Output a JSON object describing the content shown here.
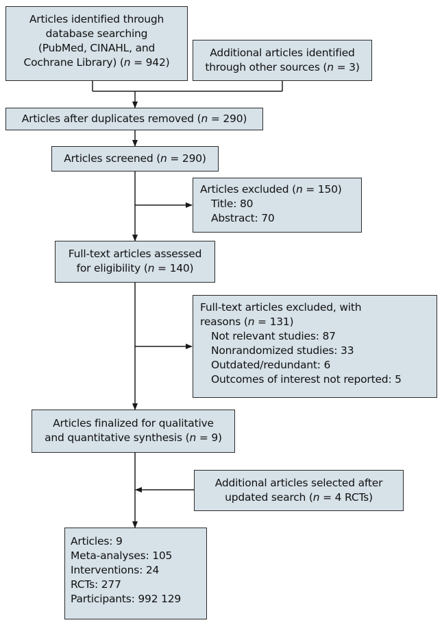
{
  "boxes": {
    "identified_db": {
      "lines": [
        "Articles identified through",
        "database searching",
        "(PubMed, CINAHL, and"
      ],
      "last_prefix": "Cochrane Library) (",
      "n_label": "n",
      "last_suffix": " = 942)"
    },
    "identified_other": {
      "line1": "Additional articles identified",
      "prefix": "through other sources (",
      "n_label": "n",
      "suffix": " = 3)"
    },
    "duplicates_removed": {
      "prefix": "Articles after duplicates removed (",
      "n_label": "n",
      "suffix": " = 290)"
    },
    "screened": {
      "prefix": "Articles screened (",
      "n_label": "n",
      "suffix": " = 290)"
    },
    "excluded": {
      "prefix": "Articles excluded (",
      "n_label": "n",
      "suffix": " = 150)",
      "items": [
        "Title: 80",
        "Abstract: 70"
      ]
    },
    "fulltext_assessed": {
      "line1": "Full-text articles assessed",
      "prefix": "for eligibility (",
      "n_label": "n",
      "suffix": " = 140)"
    },
    "fulltext_excluded": {
      "line1": "Full-text articles excluded, with",
      "prefix": "reasons (",
      "n_label": "n",
      "suffix": " = 131)",
      "items": [
        "Not relevant studies: 87",
        "Nonrandomized studies: 33",
        "Outdated/redundant: 6",
        "Outcomes of interest not reported: 5"
      ]
    },
    "finalized": {
      "line1": "Articles finalized for qualitative",
      "prefix": "and quantitative synthesis (",
      "n_label": "n",
      "suffix": " = 9)"
    },
    "updated_search": {
      "line1": "Additional articles selected after",
      "prefix": "updated search (",
      "n_label": "n",
      "suffix": " = 4 RCTs)"
    },
    "final_counts": {
      "items": [
        "Articles: 9",
        "Meta-analyses: 105",
        "Interventions: 24",
        "RCTs: 277",
        "Participants: 992 129"
      ]
    }
  }
}
